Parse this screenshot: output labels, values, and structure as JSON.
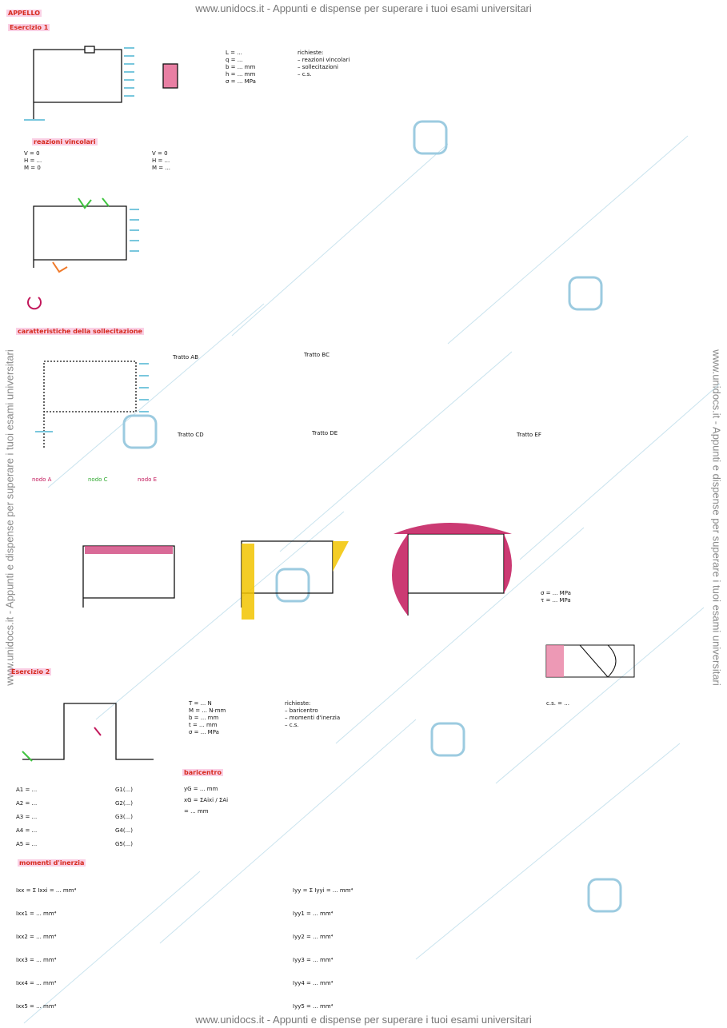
{
  "watermark": {
    "top": "www.unidocs.it - Appunti e dispense per superare i tuoi esami universitari",
    "bottom": "www.unidocs.it - Appunti e dispense per superare i tuoi esami universitari",
    "side": "www.unidocs.it - Appunti e dispense per superare i tuoi esami universitari"
  },
  "doc": {
    "header_title": "APPELLO",
    "section_ex1": "Esercizio 1",
    "section_ex2": "Esercizio 2",
    "section_reactions": "reazioni vincolari",
    "section_actions": "caratteristiche della sollecitazione",
    "section_baricentro": "baricentro",
    "section_inertia": "momenti d'inerzia"
  },
  "ex1": {
    "data": [
      "L = ...",
      "q = ...",
      "b = ... mm",
      "h = ... mm",
      "σ = ... MPa"
    ],
    "requests": [
      "richieste:",
      "– reazioni vincolari",
      "– sollecitazioni",
      "– c.s."
    ],
    "eqs_1": [
      "V = 0",
      "H = ...",
      "M = 0"
    ],
    "eqs_2": [
      "V = 0",
      "H = ...",
      "M = ..."
    ],
    "tratti": [
      "Tratto AB",
      "Tratto BC",
      "Tratto CD",
      "Tratto DE",
      "Tratto EF"
    ],
    "stress": [
      "σ = ... MPa",
      "τ = ... MPa",
      "c.s. = ..."
    ],
    "nodes": [
      "nodo A",
      "nodo C",
      "nodo E"
    ]
  },
  "ex2": {
    "data": [
      "T = ... N",
      "M = ... N·mm",
      "b = ... mm",
      "t = ... mm",
      "σ = ... MPa"
    ],
    "requests": [
      "richieste:",
      "– baricentro",
      "– momenti d'inerzia",
      "– c.s."
    ],
    "areas": [
      "A1 = ...",
      "A2 = ...",
      "A3 = ...",
      "A4 = ...",
      "A5 = ..."
    ],
    "centroids": [
      "G1(...)",
      "G2(...)",
      "G3(...)",
      "G4(...)",
      "G5(...)"
    ],
    "baricentro_eq": [
      "yG = ... mm",
      "xG = ΣAixi / ΣAi",
      "= ... mm"
    ],
    "inertia_left": [
      "Ixx = Σ Ixxi = ... mm⁴",
      "Ixx1 = ... mm⁴",
      "Ixx2 = ... mm⁴",
      "Ixx3 = ... mm⁴",
      "Ixx4 = ... mm⁴",
      "Ixx5 = ... mm⁴"
    ],
    "inertia_right": [
      "Iyy = Σ Iyyi = ... mm⁴",
      "Iyy1 = ... mm⁴",
      "Iyy2 = ... mm⁴",
      "Iyy3 = ... mm⁴",
      "Iyy4 = ... mm⁴",
      "Iyy5 = ... mm⁴"
    ]
  },
  "colors": {
    "ink": "#111111",
    "title_red": "#d62b1e",
    "magenta": "#c2185b",
    "yellow": "#f2c400",
    "cyan": "#79c7dd",
    "green": "#3fc43f",
    "orange": "#f07a2a",
    "watermark_blue": "#4aa3c8"
  }
}
